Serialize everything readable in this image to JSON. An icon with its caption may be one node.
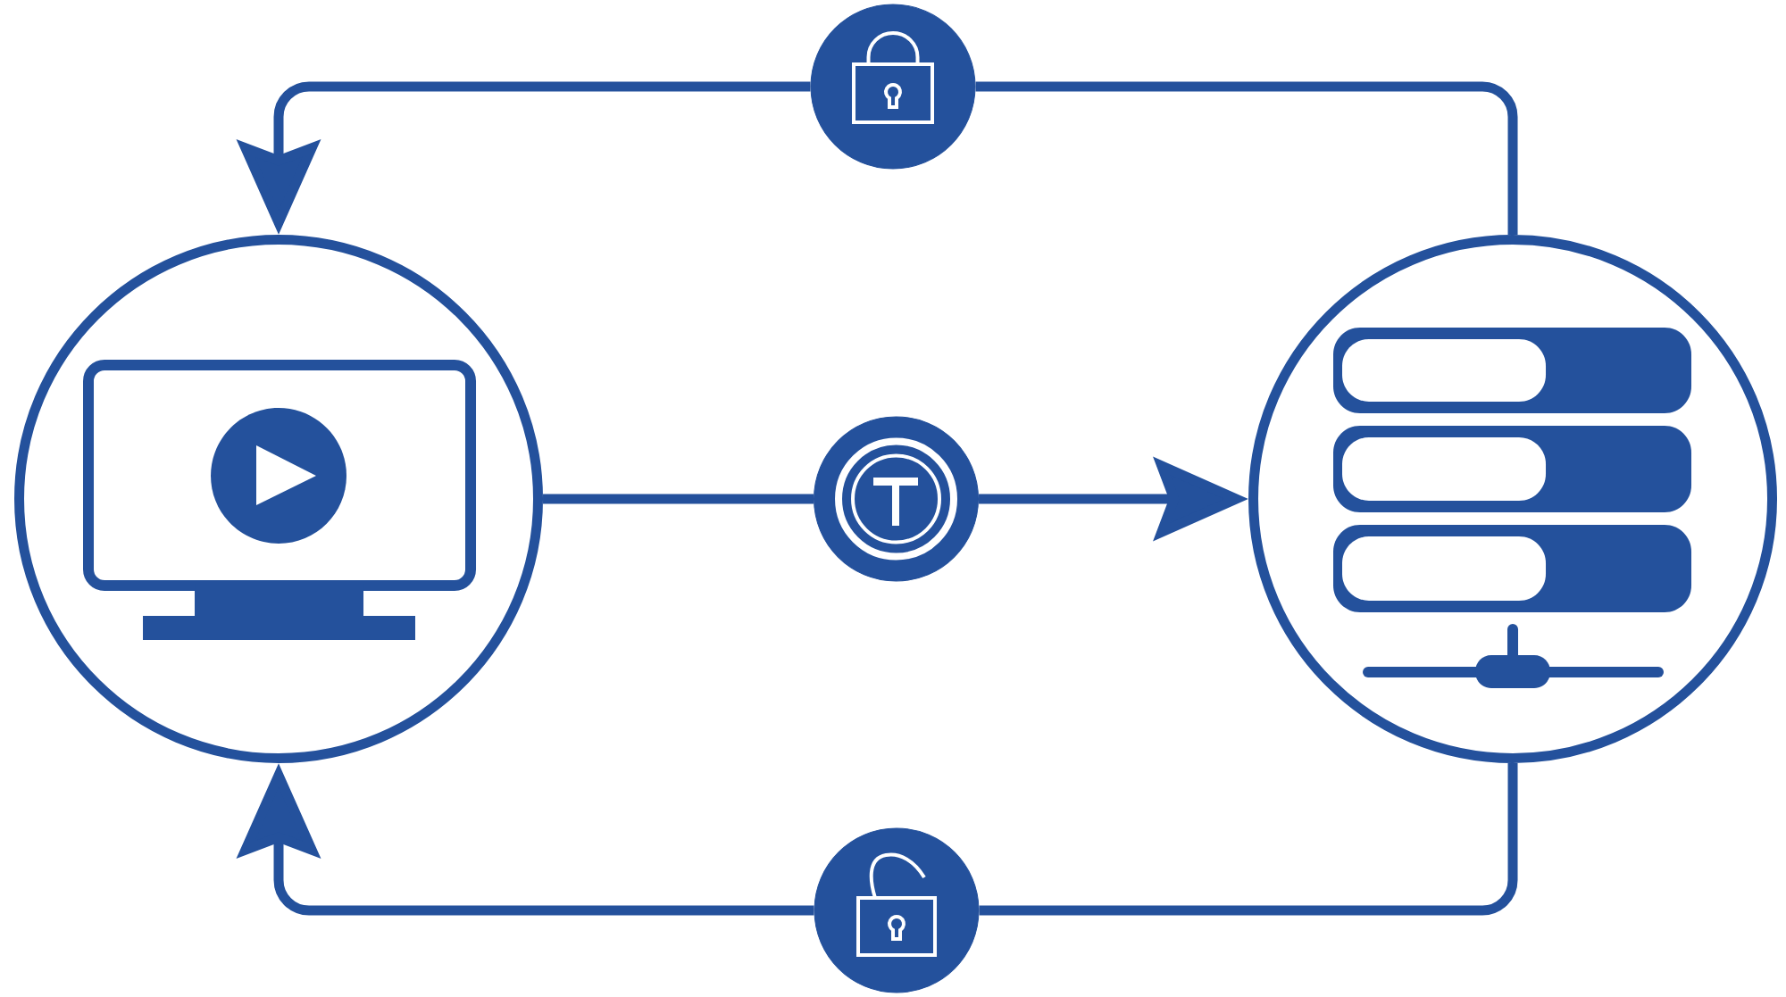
{
  "diagram": {
    "nodes": [
      {
        "text": [],
        "shape": "circle"
      },
      {
        "text": [],
        "shape": "circle"
      },
      {
        "text": [],
        "shape": "circle"
      },
      {
        "text": [],
        "shape": "circle"
      },
      {
        "text": [],
        "shape": "circle"
      }
    ],
    "edges": [
      {
        "from": 3,
        "to": 0,
        "arrow": "none"
      },
      {
        "from": 0,
        "to": 1,
        "arrow": "to"
      },
      {
        "from": 1,
        "to": 2,
        "arrow": "none"
      },
      {
        "from": 2,
        "to": 3,
        "arrow": "to"
      },
      {
        "from": 3,
        "to": 4,
        "arrow": "none"
      },
      {
        "from": 4,
        "to": 1,
        "arrow": "to"
      }
    ]
  }
}
